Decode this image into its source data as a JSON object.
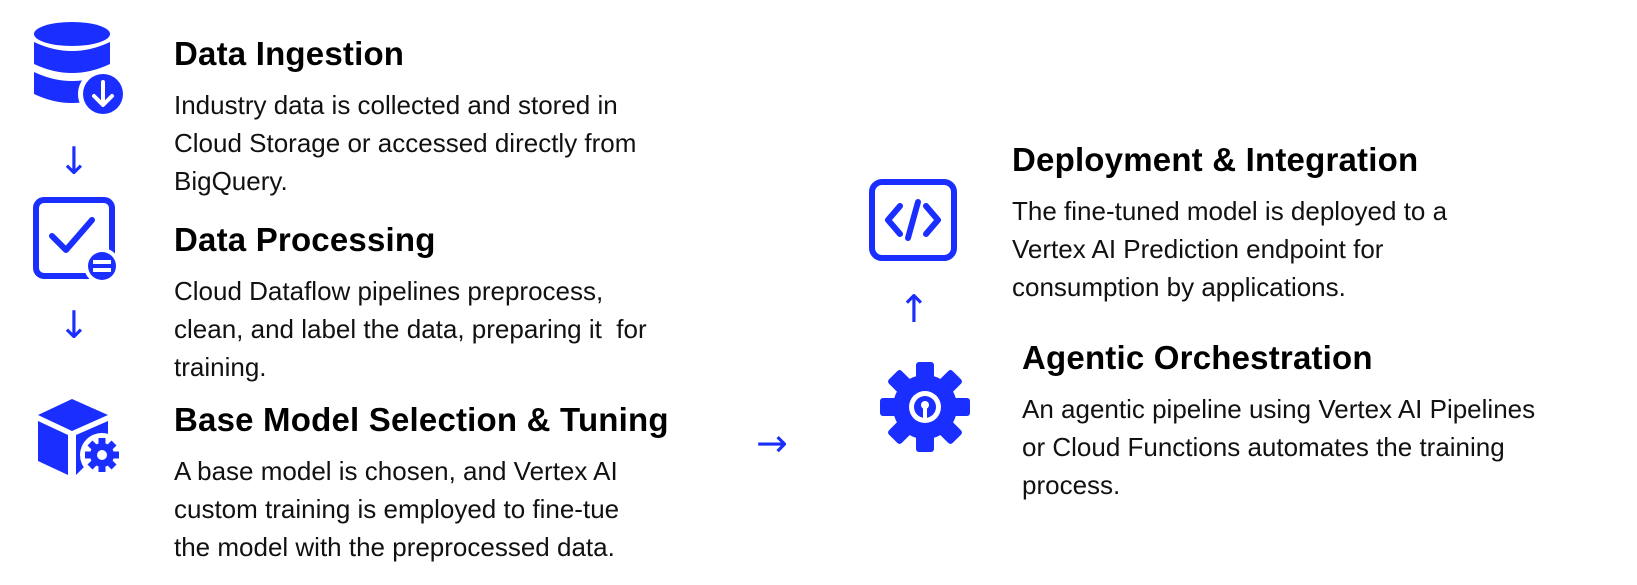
{
  "colors": {
    "accent": "#1a2eff",
    "text": "#000000"
  },
  "steps": [
    {
      "icon": "database-download-icon",
      "title": "Data Ingestion",
      "lines": [
        "Industry data is collected and stored in",
        "Cloud Storage or accessed directly from",
        "BigQuery."
      ]
    },
    {
      "icon": "checklist-icon",
      "title": "Data Processing",
      "lines": [
        "Cloud Dataflow pipelines preprocess,",
        "clean, and label the data, preparing it  for",
        "training."
      ]
    },
    {
      "icon": "cube-gear-icon",
      "title": "Base Model Selection & Tuning",
      "lines": [
        "A base model is chosen, and Vertex AI",
        "custom training is employed to fine-tue",
        "the model with the preprocessed data."
      ]
    },
    {
      "icon": "code-icon",
      "title": "Deployment & Integration",
      "lines": [
        "The fine-tuned model is deployed to a",
        "Vertex AI Prediction endpoint for",
        "consumption by applications."
      ]
    },
    {
      "icon": "gear-icon",
      "title": "Agentic Orchestration",
      "lines": [
        "An agentic pipeline using Vertex AI Pipelines",
        "or Cloud Functions automates the training",
        "process."
      ]
    }
  ],
  "arrows": {
    "down": "↓",
    "right": "→",
    "up": "↑"
  }
}
